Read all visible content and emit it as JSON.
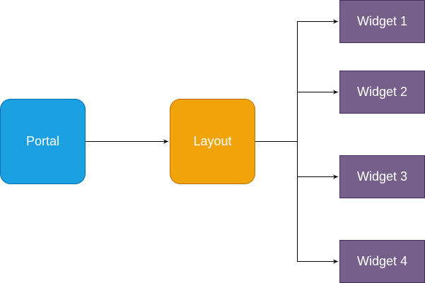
{
  "nodes": {
    "portal": {
      "label": "Portal",
      "fill": "#1ba1e2",
      "stroke": "#006eaf"
    },
    "layout": {
      "label": "Layout",
      "fill": "#f0a30a",
      "stroke": "#bd7000"
    },
    "widgets": [
      {
        "label": "Widget 1"
      },
      {
        "label": "Widget 2"
      },
      {
        "label": "Widget 3"
      },
      {
        "label": "Widget 4"
      }
    ],
    "widget_fill": "#76608a",
    "widget_stroke": "#432d57"
  },
  "edges": [
    {
      "from": "Portal",
      "to": "Layout"
    },
    {
      "from": "Layout",
      "to": "Widget 1"
    },
    {
      "from": "Layout",
      "to": "Widget 2"
    },
    {
      "from": "Layout",
      "to": "Widget 3"
    },
    {
      "from": "Layout",
      "to": "Widget 4"
    }
  ],
  "connector_color": "#000000"
}
